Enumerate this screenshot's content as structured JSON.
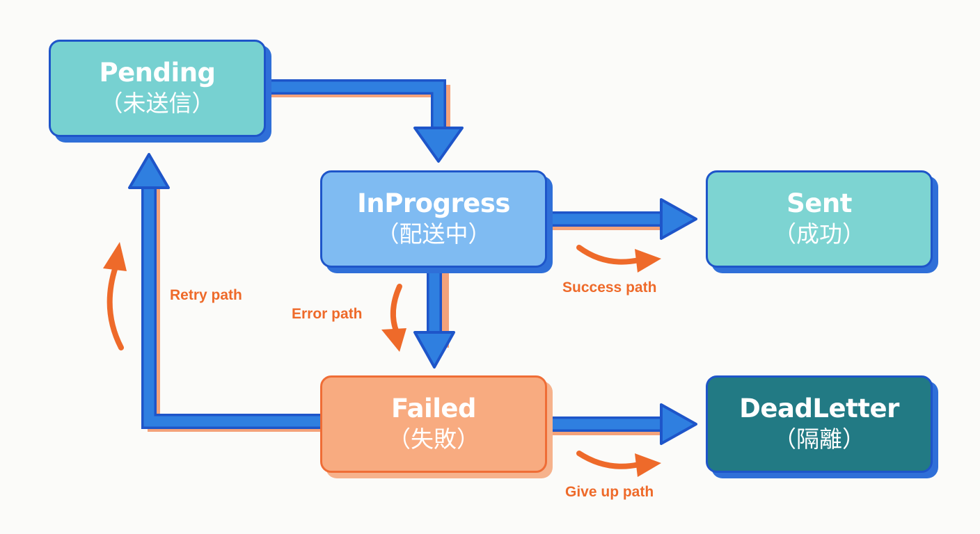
{
  "nodes": {
    "pending": {
      "title": "Pending",
      "subtitle": "（未送信）"
    },
    "inprogress": {
      "title": "InProgress",
      "subtitle": "（配送中）"
    },
    "sent": {
      "title": "Sent",
      "subtitle": "（成功）"
    },
    "failed": {
      "title": "Failed",
      "subtitle": "（失敗）"
    },
    "deadletter": {
      "title": "DeadLetter",
      "subtitle": "（隔離）"
    }
  },
  "labels": {
    "success": "Success path",
    "giveup": "Give up path",
    "retry": "Retry path",
    "error": "Error path"
  },
  "colors": {
    "arrow_blue": "#2f7fe0",
    "arrow_blue_edge": "#1e55c9",
    "accent_orange": "#ee6a2a",
    "pending_fill": "#77d1d1",
    "inprogress_fill": "#7fbbf2",
    "sent_fill": "#7dd4d2",
    "failed_fill": "#f8ab80",
    "deadletter_fill": "#227a84"
  }
}
